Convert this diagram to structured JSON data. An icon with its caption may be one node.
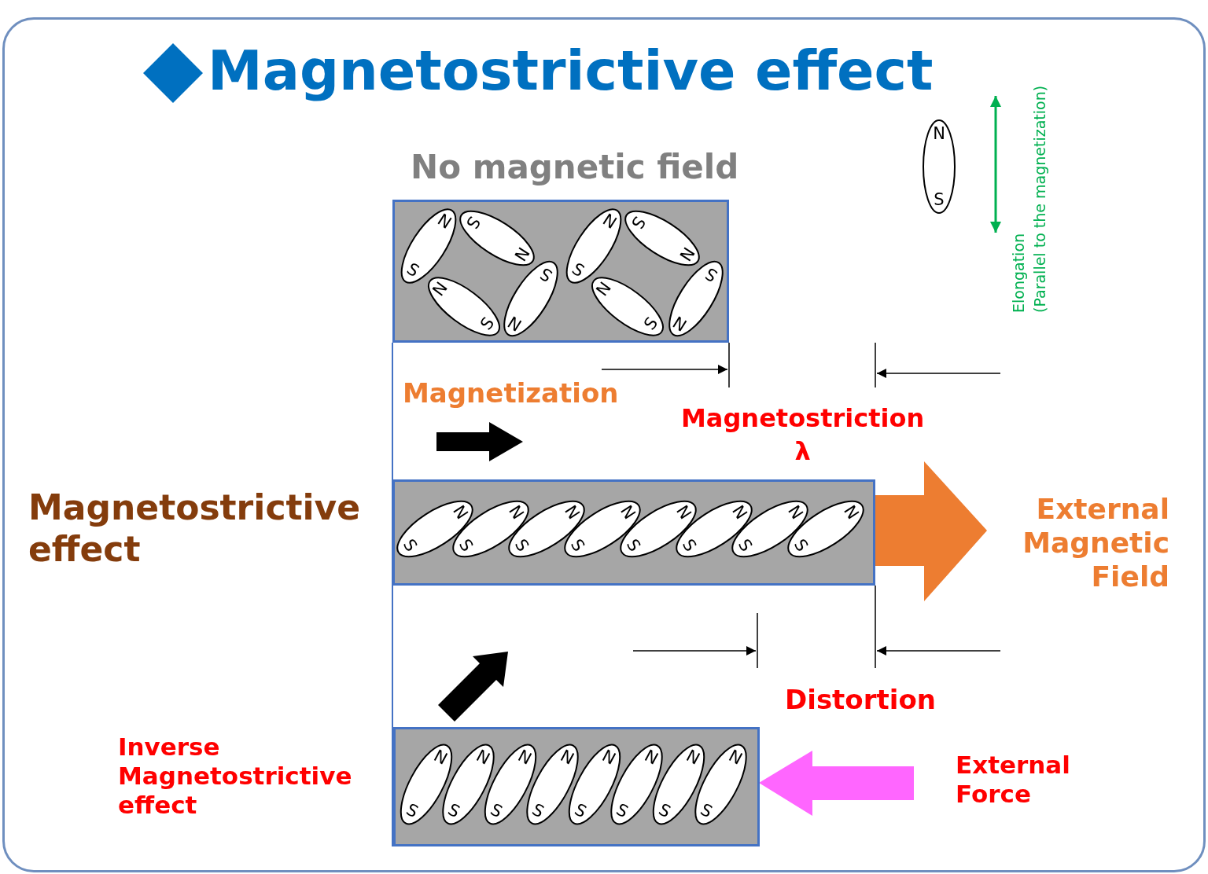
{
  "diagram": {
    "title": "Magnetostrictive effect",
    "nodes": [
      {
        "text": [],
        "shape": "box"
      },
      {
        "text": [],
        "shape": "box"
      },
      {
        "text": [],
        "shape": "box"
      }
    ],
    "labels": [
      "Elongation",
      "(Parallel to the magnetization)",
      "N",
      "S",
      "No magnetic field",
      "N",
      "S",
      "N",
      "S",
      "N",
      "S",
      "N",
      "S",
      "N",
      "S",
      "N",
      "S",
      "N",
      "S",
      "N",
      "S",
      "Magnetization",
      "Magnetostriction λ",
      "Magnetostrictive effect",
      "N",
      "S",
      "N",
      "S",
      "N",
      "S",
      "N",
      "S",
      "N",
      "S",
      "N",
      "S",
      "N",
      "S",
      "N",
      "S",
      "External Magnetic Field",
      "Distortion",
      "Inverse Magnetostrictive effect",
      "N",
      "S",
      "N",
      "S",
      "N",
      "S",
      "N",
      "S",
      "N",
      "S",
      "N",
      "S",
      "N",
      "S",
      "N",
      "S",
      "External Force"
    ]
  }
}
